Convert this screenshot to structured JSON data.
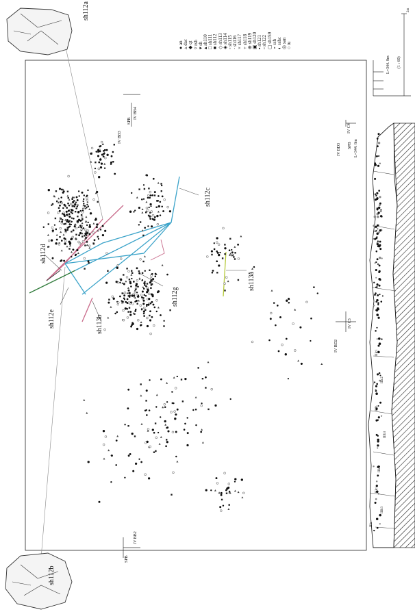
{
  "refit_labels": {
    "sh112a": "sh112a",
    "sh112b": "sh112b",
    "sh112c": "sh112c",
    "sh112d": "sh112d",
    "sh112e": "sh112e",
    "sh112g": "sh112g",
    "sh113a": "sh113a",
    "sh113b": "sh113b"
  },
  "legend": {
    "items": [
      {
        "symbol": "●",
        "label": "an"
      },
      {
        "symbol": "▵",
        "label": "dac"
      },
      {
        "symbol": "◆",
        "label": "qt"
      },
      {
        "symbol": "▿",
        "label": "rsh"
      },
      {
        "symbol": "▾",
        "label": "sh"
      },
      {
        "symbol": "▴",
        "label": "sh110"
      },
      {
        "symbol": "□",
        "label": "sh111"
      },
      {
        "symbol": "■",
        "label": "sh112"
      },
      {
        "symbol": "◇",
        "label": "sh113"
      },
      {
        "symbol": "◈",
        "label": "sh114"
      },
      {
        "symbol": "◦",
        "label": "sh115"
      },
      {
        "symbol": "·",
        "label": "sh116"
      },
      {
        "symbol": "×",
        "label": "sh117"
      },
      {
        "symbol": "+",
        "label": "sh118"
      },
      {
        "symbol": "⊕",
        "label": "sh119"
      },
      {
        "symbol": "▣",
        "label": "sh120"
      },
      {
        "symbol": "▪",
        "label": "sh121"
      },
      {
        "symbol": "▫",
        "label": "sh122"
      },
      {
        "symbol": "▢",
        "label": "sh159"
      },
      {
        "symbol": "∘",
        "label": "ssh"
      },
      {
        "symbol": "◐",
        "label": "sshc"
      },
      {
        "symbol": "◎",
        "label": "san"
      },
      {
        "symbol": "○",
        "label": "tu"
      }
    ]
  },
  "grid_labels": {
    "ivbb3": "IV BB3",
    "ivbb4": "IV BB4",
    "ivbb3_spb": "SPB",
    "ivbd3": "IV BD3",
    "ivc4": "IV C4",
    "ivc3": "IV C3",
    "ivbb2": "IV BB2",
    "ivbd2": "IV BD2",
    "spb_bottom": "SPB"
  },
  "elevation": {
    "right_spb": "SPB",
    "right_l": "L=344. 8m",
    "top_l": "L=344. 8m",
    "scale": "(1 : 60)",
    "scale_unit": "2m"
  },
  "section_labels": [
    "IIIc1",
    "IIIc2",
    "IIIb",
    "IIIb3",
    "IIIc2",
    "IIIc1",
    "IIIb3",
    "IIIa"
  ],
  "colors": {
    "pink": "#c86a8a",
    "blue": "#3ba3c9",
    "green": "#2f7a3a",
    "yellow": "#b5c93a",
    "grey": "#999999",
    "ink": "#111111"
  }
}
